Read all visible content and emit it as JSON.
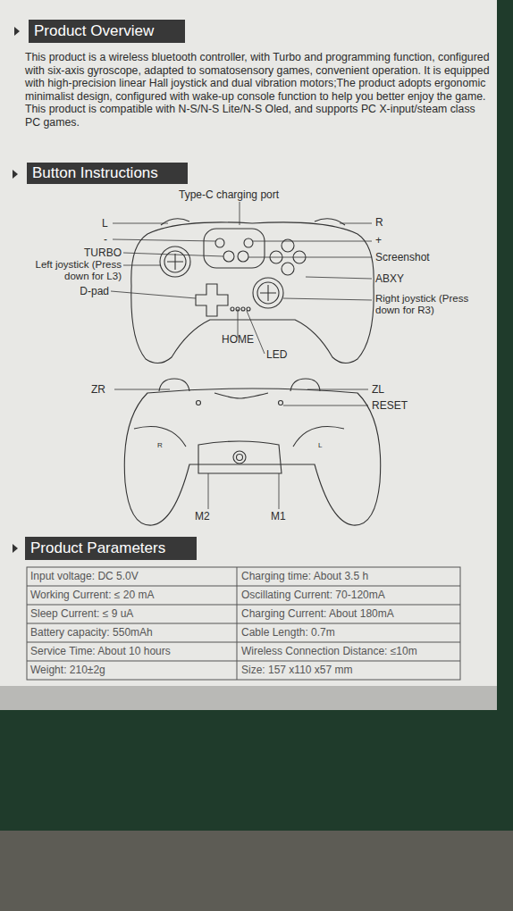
{
  "diagram": {
    "nodes": [
      {
        "text": [
          "Product Overview"
        ]
      },
      {
        "text": [
          "Button Instructions"
        ]
      },
      {
        "text": [
          "Product Parameters"
        ]
      }
    ],
    "labels": [
      "This product is a wireless bluetooth controller, with Turbo and programming function, configured with six-axis gyroscope, adapted to somatosensory games, convenient operation. It is equipped with high-precision linear Hall joystick and dual vibration motors;The product adopts ergonomic minimalist design, configured with wake-up console function to help you better enjoy the game. This product is compatible with N-S/N-S Lite/N-S Oled, and supports PC X-input/steam class PC games.",
      "Type-C charging port",
      "L",
      "-",
      "TURBO",
      "Left joystick (Press down for L3)",
      "D-pad",
      "R",
      "+",
      "Screenshot",
      "ABXY",
      "Right joystick (Press down for R3)",
      "HOME",
      "LED",
      "ZR",
      "ZL",
      "RESET",
      "R",
      "L",
      "M2",
      "M1",
      "Input voltage: DC 5.0V",
      "Charging time: About 3.5 h",
      "Working Current: ≤ 20 mA",
      "Oscillating Current: 70-120mA",
      "Sleep Current: ≤ 9 uA",
      "Charging Current: About 180mA",
      "Battery capacity: 550mAh",
      "Cable Length: 0.7m",
      "Service Time: About 10 hours",
      "Wireless Connection Distance: ≤10m",
      "Weight: 210±2g",
      "Size: 157 x110 x57 mm"
    ]
  }
}
